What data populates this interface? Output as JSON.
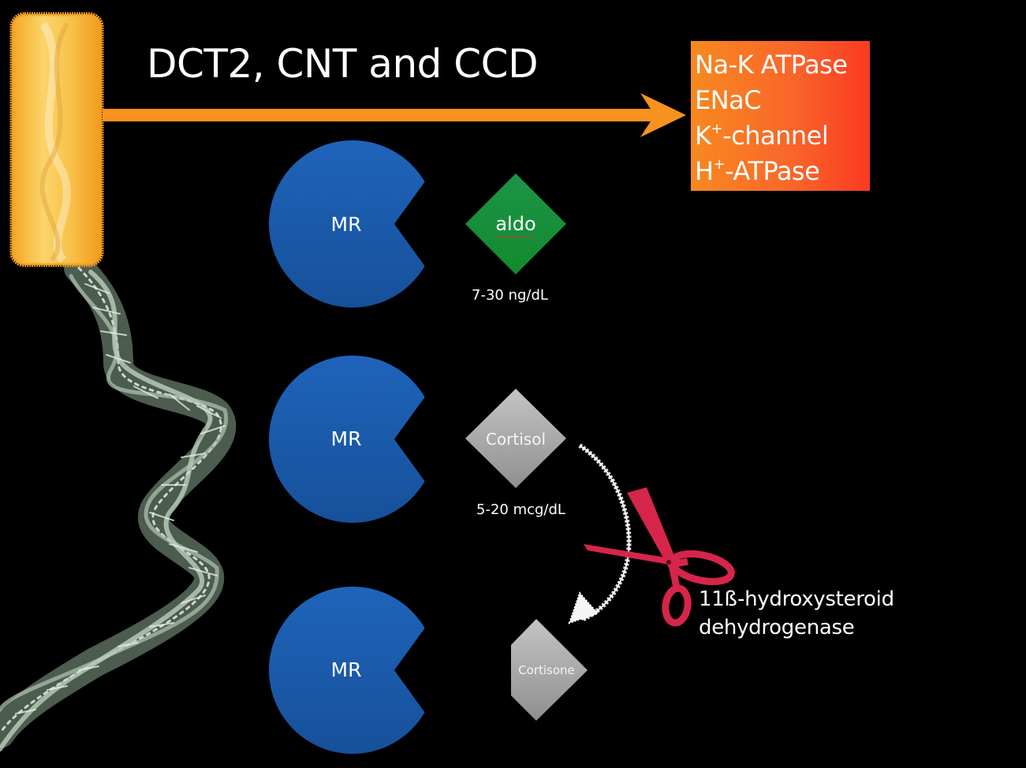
{
  "title": "DCT2, CNT and CCD",
  "targets": [
    {
      "main": "Na-K ATPase",
      "sup": "",
      "rest": ""
    },
    {
      "main": "ENaC",
      "sup": "",
      "rest": ""
    },
    {
      "main": "K",
      "sup": "+",
      "rest": "-channel"
    },
    {
      "main": "H",
      "sup": "+",
      "rest": "-ATPase"
    }
  ],
  "receptors": [
    {
      "label": "MR"
    },
    {
      "label": "MR"
    },
    {
      "label": "MR"
    }
  ],
  "ligands": [
    {
      "label": "aldo",
      "concentration": "7-30 ng/dL",
      "color": "#1a8a3a"
    },
    {
      "label": "Cortisol",
      "concentration": "5-20 mcg/dL",
      "color": "#a8a8a8"
    },
    {
      "label": "Cortisone",
      "concentration": "",
      "color": "#a8a8a8"
    }
  ],
  "enzyme": {
    "line1": "11ß-hydroxysteroid",
    "line2": "dehydrogenase"
  },
  "colors": {
    "background": "#000000",
    "arrow": "#f7921e",
    "receptor": "#1d5fb4",
    "scissors": "#d6254a"
  }
}
